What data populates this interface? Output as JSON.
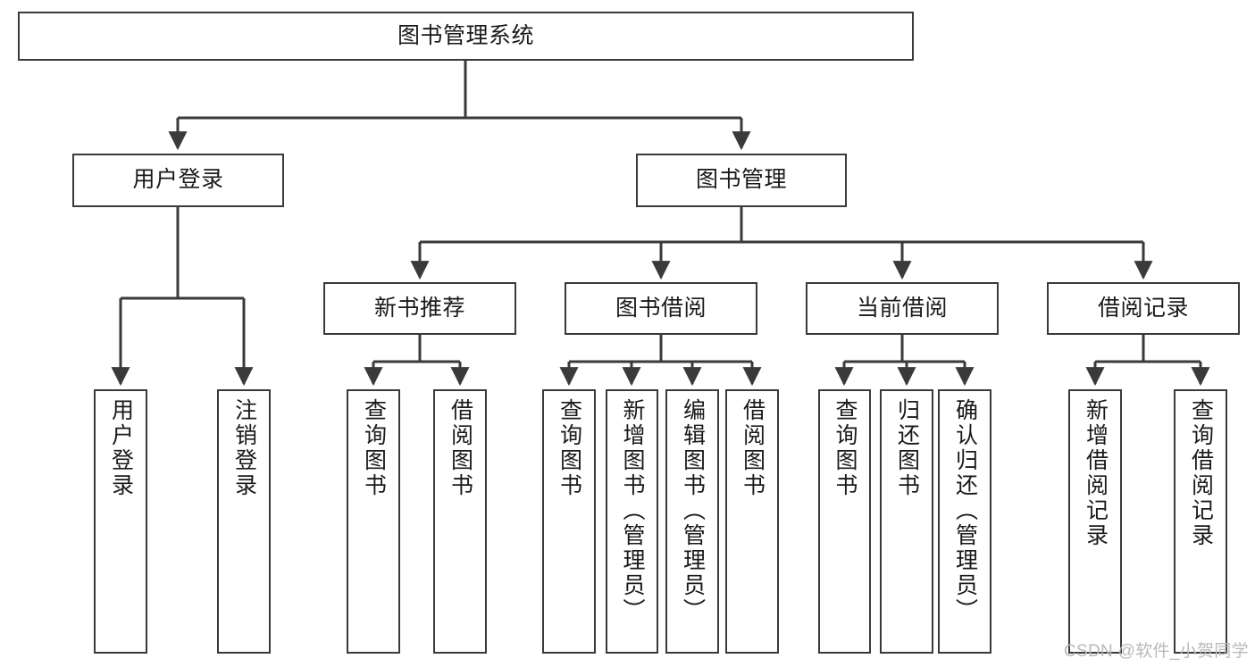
{
  "diagram": {
    "title": "图书管理系统",
    "type": "tree-hierarchy-chart",
    "colors": {
      "box_border": "#3a3a3a",
      "box_fill": "#ffffff",
      "edge": "#3a3a3a",
      "text": "#1a1a1a",
      "watermark": "#b9b9b9"
    },
    "nodes": {
      "root": {
        "label": "图书管理系统"
      },
      "level2": [
        {
          "id": "user-login",
          "label": "用户登录"
        },
        {
          "id": "book-management",
          "label": "图书管理"
        }
      ],
      "level3": [
        {
          "id": "new-book-recommend",
          "label": "新书推荐"
        },
        {
          "id": "book-borrow",
          "label": "图书借阅"
        },
        {
          "id": "current-borrow",
          "label": "当前借阅"
        },
        {
          "id": "borrow-record",
          "label": "借阅记录"
        }
      ],
      "leaves": {
        "user-login": [
          {
            "id": "leaf-user-login",
            "label": "用户登录"
          },
          {
            "id": "leaf-logout",
            "label": "注销登录"
          }
        ],
        "new-book-recommend": [
          {
            "id": "leaf-query-book-1",
            "label": "查询图书"
          },
          {
            "id": "leaf-borrow-book-1",
            "label": "借阅图书"
          }
        ],
        "book-borrow": [
          {
            "id": "leaf-query-book-2",
            "label": "查询图书"
          },
          {
            "id": "leaf-add-book",
            "label": "新增图书（管理员）"
          },
          {
            "id": "leaf-edit-book",
            "label": "编辑图书（管理员）"
          },
          {
            "id": "leaf-borrow-book-2",
            "label": "借阅图书"
          }
        ],
        "current-borrow": [
          {
            "id": "leaf-query-book-3",
            "label": "查询图书"
          },
          {
            "id": "leaf-return-book",
            "label": "归还图书"
          },
          {
            "id": "leaf-confirm-return",
            "label": "确认归还（管理员）"
          }
        ],
        "borrow-record": [
          {
            "id": "leaf-add-record",
            "label": "新增借阅记录"
          },
          {
            "id": "leaf-query-record",
            "label": "查询借阅记录"
          }
        ]
      }
    },
    "watermark": "CSDN @软件_小贺同学"
  }
}
